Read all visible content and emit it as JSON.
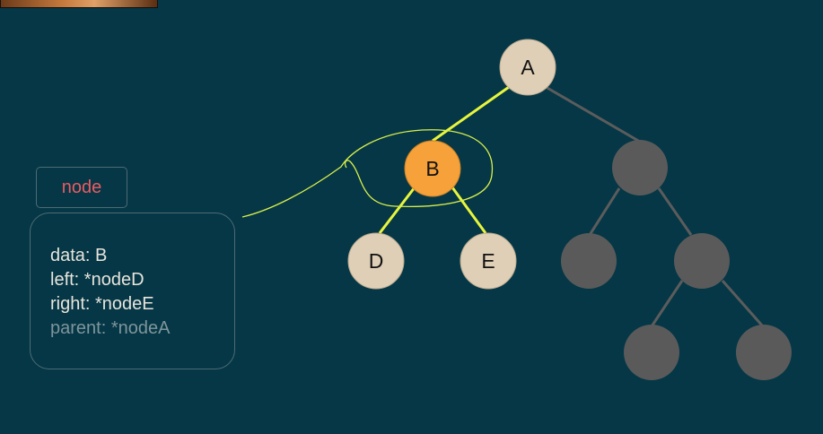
{
  "card": {
    "label": "node",
    "fields": [
      "data: B",
      "left: *nodeD",
      "right: *nodeE"
    ],
    "dim_field": "parent: *nodeA"
  },
  "tree": {
    "nodes": {
      "A": "A",
      "B": "B",
      "D": "D",
      "E": "E"
    }
  },
  "colors": {
    "background": "#053746",
    "node_fill": "#dfcfb6",
    "active_node": "#f6a13a",
    "inactive_node": "#5a5a5a",
    "highlight_edge": "#e8f53d",
    "dim_edge": "#5c5c5c",
    "label_text": "#ea5b61"
  }
}
